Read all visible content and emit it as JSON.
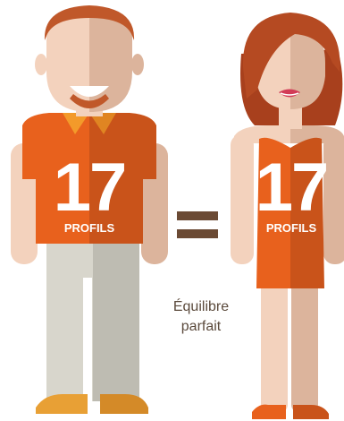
{
  "man": {
    "count": "17",
    "label": "PROFILS"
  },
  "woman": {
    "count": "17",
    "label": "PROFILS"
  },
  "caption": {
    "line1": "Équilibre",
    "line2": "parfait"
  },
  "colors": {
    "orange": "#e8611d",
    "orange_dark": "#c9531a",
    "equals": "#6b4a34",
    "skin": "#f3d2bd",
    "skin_dark": "#dcb49c",
    "hair": "#b54a22",
    "pants": "#d8d6cc",
    "pants_dark": "#bebcb2"
  }
}
